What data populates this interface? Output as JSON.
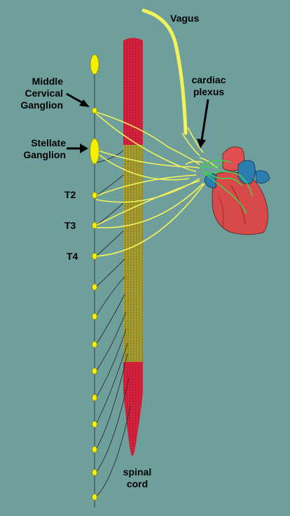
{
  "labels": {
    "vagus": "Vagus",
    "middle_cervical_1": "Middle",
    "middle_cervical_2": "Cervical",
    "middle_cervical_3": "Ganglion",
    "stellate_1": "Stellate",
    "stellate_2": "Ganglion",
    "cardiac_1": "cardiac",
    "cardiac_2": "plexus",
    "t2": "T2",
    "t3": "T3",
    "t4": "T4",
    "spinal_1": "spinal",
    "spinal_2": "cord"
  },
  "colors": {
    "background": "#6f9f9c",
    "spinal_cord_red": "#d0203a",
    "spinal_cord_olive": "#9a9a2c",
    "nerve_yellow": "#f2f25a",
    "ganglion_yellow": "#f5f000",
    "heart_red": "#d84a4a",
    "heart_vessel_blue": "#2a7fb0",
    "plexus_green": "#3fd44f"
  }
}
